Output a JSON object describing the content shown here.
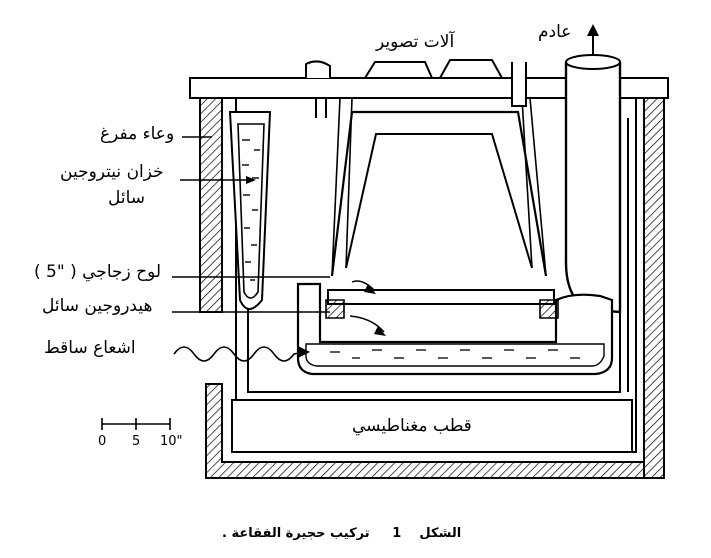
{
  "labels": {
    "exhaust": "عادم",
    "camera": "آلات تصوير",
    "vacuum_vessel": "وعاء مفرغ",
    "nitrogen_tank_line1": "خزان نيتروجين",
    "nitrogen_tank_line2": "سائل",
    "glass_plate": "لوح زجاجي ( \"5 )",
    "liquid_hydrogen": "هيدروجين سائل",
    "incident_beam": "اشعاع ساقط",
    "magnet_pole": "قطب مغناطيسي"
  },
  "scale": {
    "ticks": [
      "0",
      "5",
      "10\""
    ]
  },
  "caption": {
    "figure_label": "الشكل",
    "figure_number": "1",
    "text": "تركيب حجيرة الفقاعة ."
  }
}
